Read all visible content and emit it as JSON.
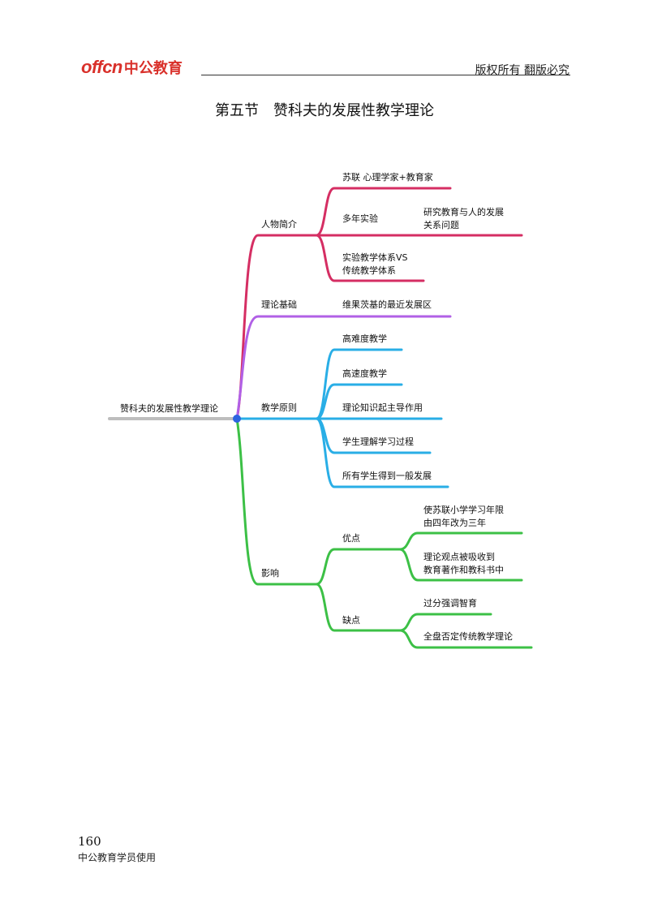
{
  "header": {
    "logo_latin": "offcn",
    "logo_cn": "中公教育",
    "rights": "版权所有 翻版必究"
  },
  "title": "第五节　赞科夫的发展性教学理论",
  "colors": {
    "root": "#bdbdbd",
    "intro": "#d52e63",
    "theory": "#b160e6",
    "principles": "#29aee6",
    "impact": "#3cc046",
    "logo": "#d9302a"
  },
  "mindmap": {
    "root": "赞科夫的发展性教学理论",
    "intro": {
      "label": "人物简介",
      "c1": "苏联 心理学家+教育家",
      "c2": "多年实验",
      "c2_sub": [
        "研究教育与人的发展",
        "关系问题"
      ],
      "c3": [
        "实验教学体系VS",
        "传统教学体系"
      ]
    },
    "theory": {
      "label": "理论基础",
      "c1": "维果茨基的最近发展区"
    },
    "principles": {
      "label": "教学原则",
      "items": [
        "高难度教学",
        "高速度教学",
        "理论知识起主导作用",
        "学生理解学习过程",
        "所有学生得到一般发展"
      ]
    },
    "impact": {
      "label": "影响",
      "pros": {
        "label": "优点",
        "i1": [
          "使苏联小学学习年限",
          "由四年改为三年"
        ],
        "i2": [
          "理论观点被吸收到",
          "教育著作和教科书中"
        ]
      },
      "cons": {
        "label": "缺点",
        "i1": "过分强调智育",
        "i2": "全盘否定传统教学理论"
      }
    }
  },
  "footer": {
    "page": "160",
    "note": "中公教育学员使用"
  }
}
